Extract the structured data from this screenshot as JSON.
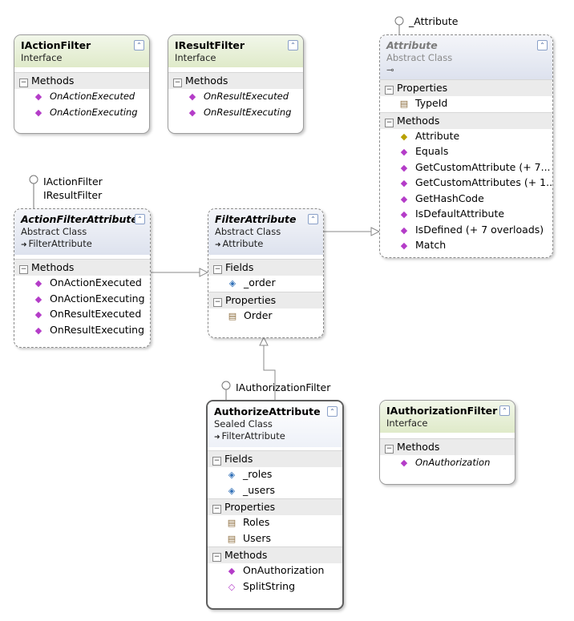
{
  "interfaces_badges": {
    "attribute": "_Attribute",
    "action_filter_1": "IActionFilter",
    "action_filter_2": "IResultFilter",
    "authorize": "IAuthorizationFilter"
  },
  "boxes": {
    "iactionfilter": {
      "name": "IActionFilter",
      "kind": "Interface",
      "sections": {
        "methods": "Methods"
      },
      "methods": [
        "OnActionExecuted",
        "OnActionExecuting"
      ]
    },
    "iresultfilter": {
      "name": "IResultFilter",
      "kind": "Interface",
      "sections": {
        "methods": "Methods"
      },
      "methods": [
        "OnResultExecuted",
        "OnResultExecuting"
      ]
    },
    "attribute": {
      "name": "Attribute",
      "kind": "Abstract Class",
      "sections": {
        "properties": "Properties",
        "methods": "Methods"
      },
      "properties": [
        "TypeId"
      ],
      "methods": [
        "Attribute",
        "Equals",
        "GetCustomAttribute (+ 7...",
        "GetCustomAttributes (+ 1...",
        "GetHashCode",
        "IsDefaultAttribute",
        "IsDefined (+ 7 overloads)",
        "Match"
      ]
    },
    "actionfilterattribute": {
      "name": "ActionFilterAttribute",
      "kind": "Abstract Class",
      "base": "FilterAttribute",
      "sections": {
        "methods": "Methods"
      },
      "methods": [
        "OnActionExecuted",
        "OnActionExecuting",
        "OnResultExecuted",
        "OnResultExecuting"
      ]
    },
    "filterattribute": {
      "name": "FilterAttribute",
      "kind": "Abstract Class",
      "base": "Attribute",
      "sections": {
        "fields": "Fields",
        "properties": "Properties"
      },
      "fields": [
        "_order"
      ],
      "properties": [
        "Order"
      ]
    },
    "authorizeattribute": {
      "name": "AuthorizeAttribute",
      "kind": "Sealed Class",
      "base": "FilterAttribute",
      "sections": {
        "fields": "Fields",
        "properties": "Properties",
        "methods": "Methods"
      },
      "fields": [
        "_roles",
        "_users"
      ],
      "properties": [
        "Roles",
        "Users"
      ],
      "methods": [
        "OnAuthorization",
        "SplitString"
      ]
    },
    "iauthorizationfilter": {
      "name": "IAuthorizationFilter",
      "kind": "Interface",
      "sections": {
        "methods": "Methods"
      },
      "methods": [
        "OnAuthorization"
      ]
    }
  },
  "icons": {
    "collapse": "double-chevron-up-icon",
    "section_toggle": "minus-box-icon",
    "method": "method-icon",
    "property": "property-icon",
    "field": "field-icon",
    "inheritance": "inheritance-arrow-icon"
  },
  "colors": {
    "interface_header": "#dfeac9",
    "class_header": "#d9e0f2",
    "section_bg": "#ebebeb",
    "method_icon": "#b43cc8"
  }
}
